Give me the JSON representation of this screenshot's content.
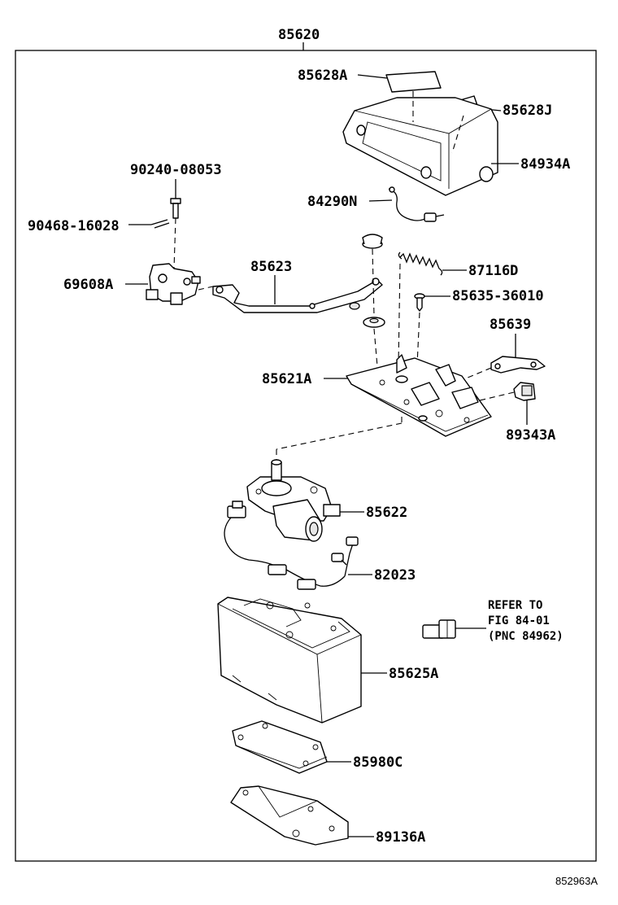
{
  "assembly_number": "85620",
  "parts": {
    "p85628A": "85628A",
    "p85628J": "85628J",
    "p84934A": "84934A",
    "p90240": "90240-08053",
    "p90468": "90468-16028",
    "p84290N": "84290N",
    "p69608A": "69608A",
    "p85623": "85623",
    "p87116D": "87116D",
    "p85635": "85635-36010",
    "p85639": "85639",
    "p85621A": "85621A",
    "p89343A": "89343A",
    "p85622": "85622",
    "p82023": "82023",
    "p85625A": "85625A",
    "p85980C": "85980C",
    "p89136A": "89136A"
  },
  "reference_note": {
    "line1": "REFER TO",
    "line2": "FIG 84-01",
    "line3": "(PNC 84962)"
  },
  "figure_code": "852963A"
}
